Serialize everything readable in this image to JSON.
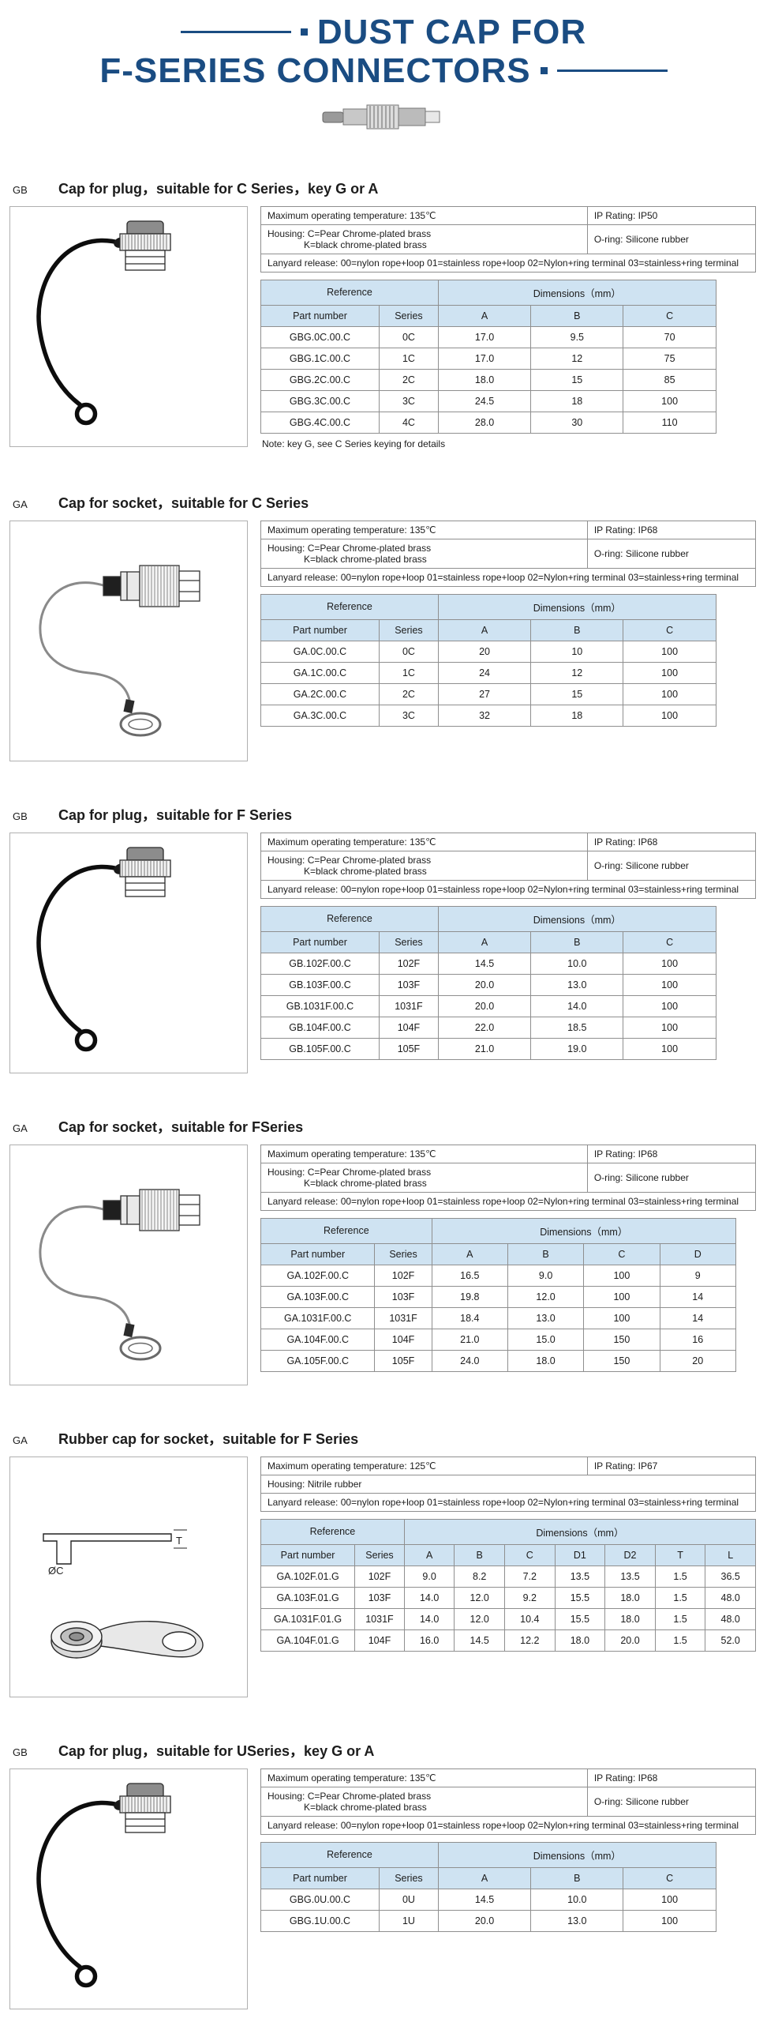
{
  "page": {
    "title_line1": "DUST CAP FOR",
    "title_line2": "F-SERIES CONNECTORS",
    "accent_color": "#1a4c82"
  },
  "sections": [
    {
      "code": "GB",
      "title": "Cap for plug，suitable for C Series，key G or A",
      "illustration": "plug-cap-with-lanyard",
      "specs": {
        "temperature": "Maximum operating temperature: 135℃",
        "ip_rating": "IP Rating: IP50",
        "housing_lines": [
          "Housing: C=Pear Chrome-plated brass",
          "K=black chrome-plated brass"
        ],
        "o_ring": "O-ring: Silicone rubber",
        "lanyard": "Lanyard release: 00=nylon rope+loop  01=stainless rope+loop 02=Nylon+ring terminal  03=stainless+ring terminal"
      },
      "table": {
        "group_left": "Reference",
        "group_right": "Dimensions（mm）",
        "columns": [
          "Part number",
          "Series",
          "A",
          "B",
          "C"
        ],
        "rows": [
          [
            "GBG.0C.00.C",
            "0C",
            "17.0",
            "9.5",
            "70"
          ],
          [
            "GBG.1C.00.C",
            "1C",
            "17.0",
            "12",
            "75"
          ],
          [
            "GBG.2C.00.C",
            "2C",
            "18.0",
            "15",
            "85"
          ],
          [
            "GBG.3C.00.C",
            "3C",
            "24.5",
            "18",
            "100"
          ],
          [
            "GBG.4C.00.C",
            "4C",
            "28.0",
            "30",
            "110"
          ]
        ]
      },
      "note": "Note: key G, see C Series keying for details"
    },
    {
      "code": "GA",
      "title": "Cap for socket，suitable for C Series",
      "illustration": "socket-cap-with-lanyard",
      "specs": {
        "temperature": "Maximum operating temperature: 135℃",
        "ip_rating": "IP Rating: IP68",
        "housing_lines": [
          "Housing: C=Pear Chrome-plated brass",
          "K=black chrome-plated brass"
        ],
        "o_ring": "O-ring: Silicone rubber",
        "lanyard": "Lanyard release: 00=nylon rope+loop  01=stainless rope+loop 02=Nylon+ring terminal  03=stainless+ring terminal"
      },
      "table": {
        "group_left": "Reference",
        "group_right": "Dimensions（mm）",
        "columns": [
          "Part number",
          "Series",
          "A",
          "B",
          "C"
        ],
        "rows": [
          [
            "GA.0C.00.C",
            "0C",
            "20",
            "10",
            "100"
          ],
          [
            "GA.1C.00.C",
            "1C",
            "24",
            "12",
            "100"
          ],
          [
            "GA.2C.00.C",
            "2C",
            "27",
            "15",
            "100"
          ],
          [
            "GA.3C.00.C",
            "3C",
            "32",
            "18",
            "100"
          ]
        ]
      },
      "note": null
    },
    {
      "code": "GB",
      "title": "Cap for plug，suitable for F Series",
      "illustration": "plug-cap-with-lanyard",
      "specs": {
        "temperature": "Maximum operating temperature: 135℃",
        "ip_rating": "IP Rating: IP68",
        "housing_lines": [
          "Housing: C=Pear Chrome-plated brass",
          "K=black chrome-plated brass"
        ],
        "o_ring": "O-ring: Silicone rubber",
        "lanyard": "Lanyard release: 00=nylon rope+loop  01=stainless rope+loop 02=Nylon+ring terminal  03=stainless+ring terminal"
      },
      "table": {
        "group_left": "Reference",
        "group_right": "Dimensions（mm）",
        "columns": [
          "Part number",
          "Series",
          "A",
          "B",
          "C"
        ],
        "rows": [
          [
            "GB.102F.00.C",
            "102F",
            "14.5",
            "10.0",
            "100"
          ],
          [
            "GB.103F.00.C",
            "103F",
            "20.0",
            "13.0",
            "100"
          ],
          [
            "GB.1031F.00.C",
            "1031F",
            "20.0",
            "14.0",
            "100"
          ],
          [
            "GB.104F.00.C",
            "104F",
            "22.0",
            "18.5",
            "100"
          ],
          [
            "GB.105F.00.C",
            "105F",
            "21.0",
            "19.0",
            "100"
          ]
        ]
      },
      "note": null
    },
    {
      "code": "GA",
      "title": "Cap for socket，suitable for FSeries",
      "illustration": "socket-cap-with-lanyard",
      "specs": {
        "temperature": "Maximum operating temperature: 135℃",
        "ip_rating": "IP Rating: IP68",
        "housing_lines": [
          "Housing: C=Pear Chrome-plated brass",
          "K=black chrome-plated brass"
        ],
        "o_ring": "O-ring: Silicone rubber",
        "lanyard": "Lanyard release: 00=nylon rope+loop  01=stainless rope+loop 02=Nylon+ring terminal  03=stainless+ring terminal"
      },
      "table": {
        "group_left": "Reference",
        "group_right": "Dimensions（mm）",
        "columns": [
          "Part number",
          "Series",
          "A",
          "B",
          "C",
          "D"
        ],
        "rows": [
          [
            "GA.102F.00.C",
            "102F",
            "16.5",
            "9.0",
            "100",
            "9"
          ],
          [
            "GA.103F.00.C",
            "103F",
            "19.8",
            "12.0",
            "100",
            "14"
          ],
          [
            "GA.1031F.00.C",
            "1031F",
            "18.4",
            "13.0",
            "100",
            "14"
          ],
          [
            "GA.104F.00.C",
            "104F",
            "21.0",
            "15.0",
            "150",
            "16"
          ],
          [
            "GA.105F.00.C",
            "105F",
            "24.0",
            "18.0",
            "150",
            "20"
          ]
        ]
      },
      "note": null
    },
    {
      "code": "GA",
      "title": "Rubber cap for socket，suitable for F Series",
      "illustration": "rubber-cap-with-strap",
      "illustration_labels": {
        "diameter": "ØC",
        "thickness": "T"
      },
      "specs": {
        "temperature": "Maximum operating temperature: 125℃",
        "ip_rating": "IP Rating: IP67",
        "housing_lines": [
          "Housing: Nitrile rubber"
        ],
        "o_ring": null,
        "lanyard": "Lanyard release: 00=nylon rope+loop  01=stainless rope+loop 02=Nylon+ring terminal  03=stainless+ring terminal"
      },
      "table": {
        "group_left": "Reference",
        "group_right": "Dimensions（mm）",
        "columns": [
          "Part number",
          "Series",
          "A",
          "B",
          "C",
          "D1",
          "D2",
          "T",
          "L"
        ],
        "rows": [
          [
            "GA.102F.01.G",
            "102F",
            "9.0",
            "8.2",
            "7.2",
            "13.5",
            "13.5",
            "1.5",
            "36.5"
          ],
          [
            "GA.103F.01.G",
            "103F",
            "14.0",
            "12.0",
            "9.2",
            "15.5",
            "18.0",
            "1.5",
            "48.0"
          ],
          [
            "GA.1031F.01.G",
            "1031F",
            "14.0",
            "12.0",
            "10.4",
            "15.5",
            "18.0",
            "1.5",
            "48.0"
          ],
          [
            "GA.104F.01.G",
            "104F",
            "16.0",
            "14.5",
            "12.2",
            "18.0",
            "20.0",
            "1.5",
            "52.0"
          ]
        ]
      },
      "note": null
    },
    {
      "code": "GB",
      "title": "Cap for plug，suitable for USeries，key G or A",
      "illustration": "plug-cap-with-lanyard",
      "specs": {
        "temperature": "Maximum operating temperature: 135℃",
        "ip_rating": "IP Rating: IP68",
        "housing_lines": [
          "Housing: C=Pear Chrome-plated brass",
          "K=black chrome-plated brass"
        ],
        "o_ring": "O-ring: Silicone rubber",
        "lanyard": "Lanyard release: 00=nylon rope+loop  01=stainless rope+loop 02=Nylon+ring terminal  03=stainless+ring terminal"
      },
      "table": {
        "group_left": "Reference",
        "group_right": "Dimensions（mm）",
        "columns": [
          "Part number",
          "Series",
          "A",
          "B",
          "C"
        ],
        "rows": [
          [
            "GBG.0U.00.C",
            "0U",
            "14.5",
            "10.0",
            "100"
          ],
          [
            "GBG.1U.00.C",
            "1U",
            "20.0",
            "13.0",
            "100"
          ]
        ]
      },
      "note": null
    }
  ]
}
